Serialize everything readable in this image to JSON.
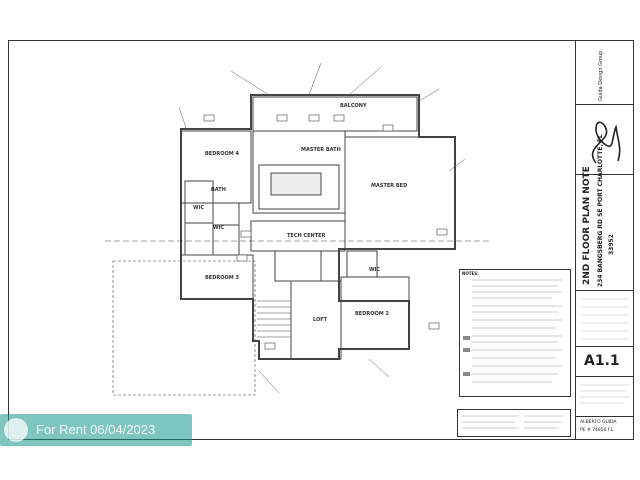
{
  "titleblock": {
    "firm": "Guida Design Group",
    "sheet_title": "2ND FLOOR PLAN NOTE",
    "address": "234 BANGSBERG RD SE PORT CHARLOTTE, FL",
    "zip": "33952",
    "sheet_number": "A1.1",
    "engineer_name": "ALBERTO GUIDA",
    "engineer_license": "PE # 74850 FL"
  },
  "rooms": {
    "balcony": "BALCONY",
    "master_bath": "MASTER BATH",
    "bedroom4": "BEDROOM 4",
    "master_bed": "MASTER BED",
    "bath": "BATH",
    "wic1": "WIC",
    "wic2": "WIC",
    "tech_center": "TECH CENTER",
    "bedroom3": "BEDROOM 3",
    "loft": "LOFT",
    "bedroom2": "BEDROOM 2",
    "wic3": "WIC"
  },
  "notes": {
    "title": "NOTES:"
  },
  "watermark": {
    "text": "For Rent 06/04/2023"
  }
}
